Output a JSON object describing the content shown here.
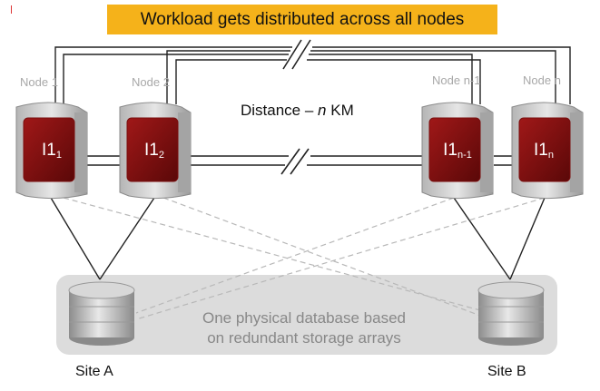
{
  "banner": "Workload gets distributed across all nodes",
  "distance": {
    "prefix": "Distance – ",
    "var": "n",
    "suffix": " KM"
  },
  "nodes": [
    {
      "label": "Node 1",
      "instance": "I1",
      "sub": "1"
    },
    {
      "label": "Node 2",
      "instance": "I1",
      "sub": "2"
    },
    {
      "label": "Node n-1",
      "instance": "I1",
      "sub": "n-1"
    },
    {
      "label": "Node n",
      "instance": "I1",
      "sub": "n"
    }
  ],
  "storage": {
    "line1": "One physical database based",
    "line2": "on redundant storage arrays"
  },
  "sites": [
    "Site A",
    "Site B"
  ],
  "colors": {
    "banner": "#f5b21a",
    "server_body": "#c9c9c9",
    "server_panel": "#7a0e0e",
    "storage_bg": "#dcdcdc"
  }
}
